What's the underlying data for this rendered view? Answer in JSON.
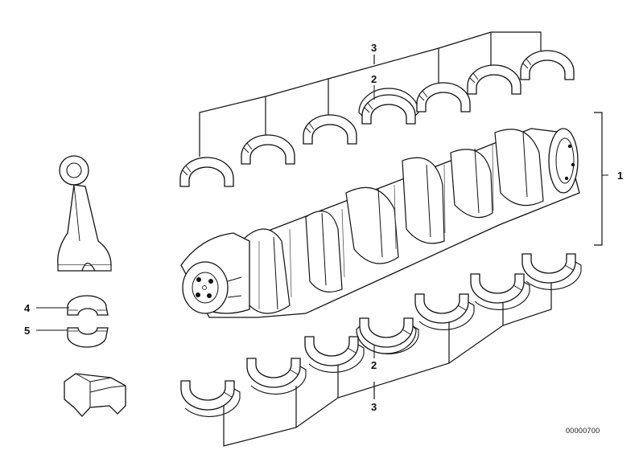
{
  "callouts": {
    "crankshaft": "1",
    "thrust_upper": "2",
    "thrust_lower": "2",
    "bearings_upper": "3",
    "bearings_lower": "3",
    "conrod_upper": "4",
    "conrod_lower": "5"
  },
  "diagram_id": "00000700",
  "colors": {
    "ink": "#111111",
    "fill": "#ffffff",
    "shade": "#d8d8d8",
    "dark": "#555555"
  }
}
